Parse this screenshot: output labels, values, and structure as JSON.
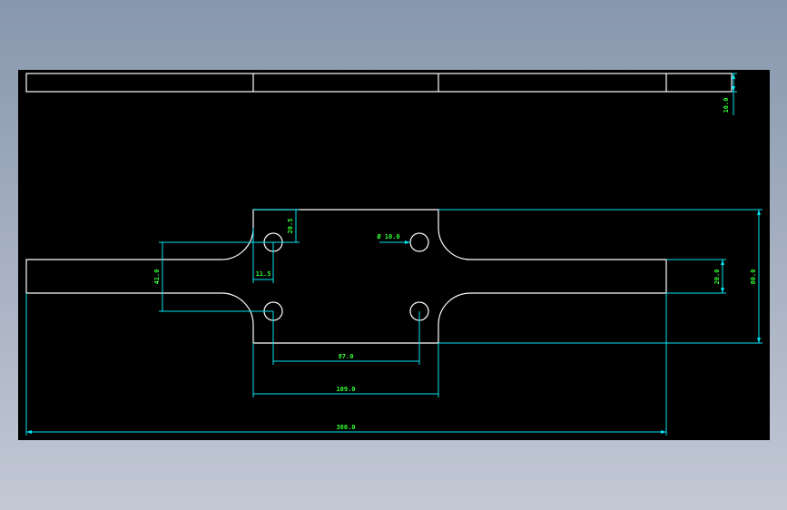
{
  "colors": {
    "background": "#000000",
    "outline": "#ffffff",
    "dimension_line": "#00e5f5",
    "dimension_text": "#33ff33"
  },
  "dimensions": {
    "title_block_height": "10.0",
    "top_hole_offset": "20.5",
    "hole_diameter": "Ø 10.0",
    "hole_x_offset": "11.5",
    "hole_pitch_vertical": "41.0",
    "arm_width": "20.0",
    "plate_height": "80.0",
    "hole_pitch_horizontal": "87.0",
    "center_width": "109.0",
    "overall_length": "380.0"
  }
}
